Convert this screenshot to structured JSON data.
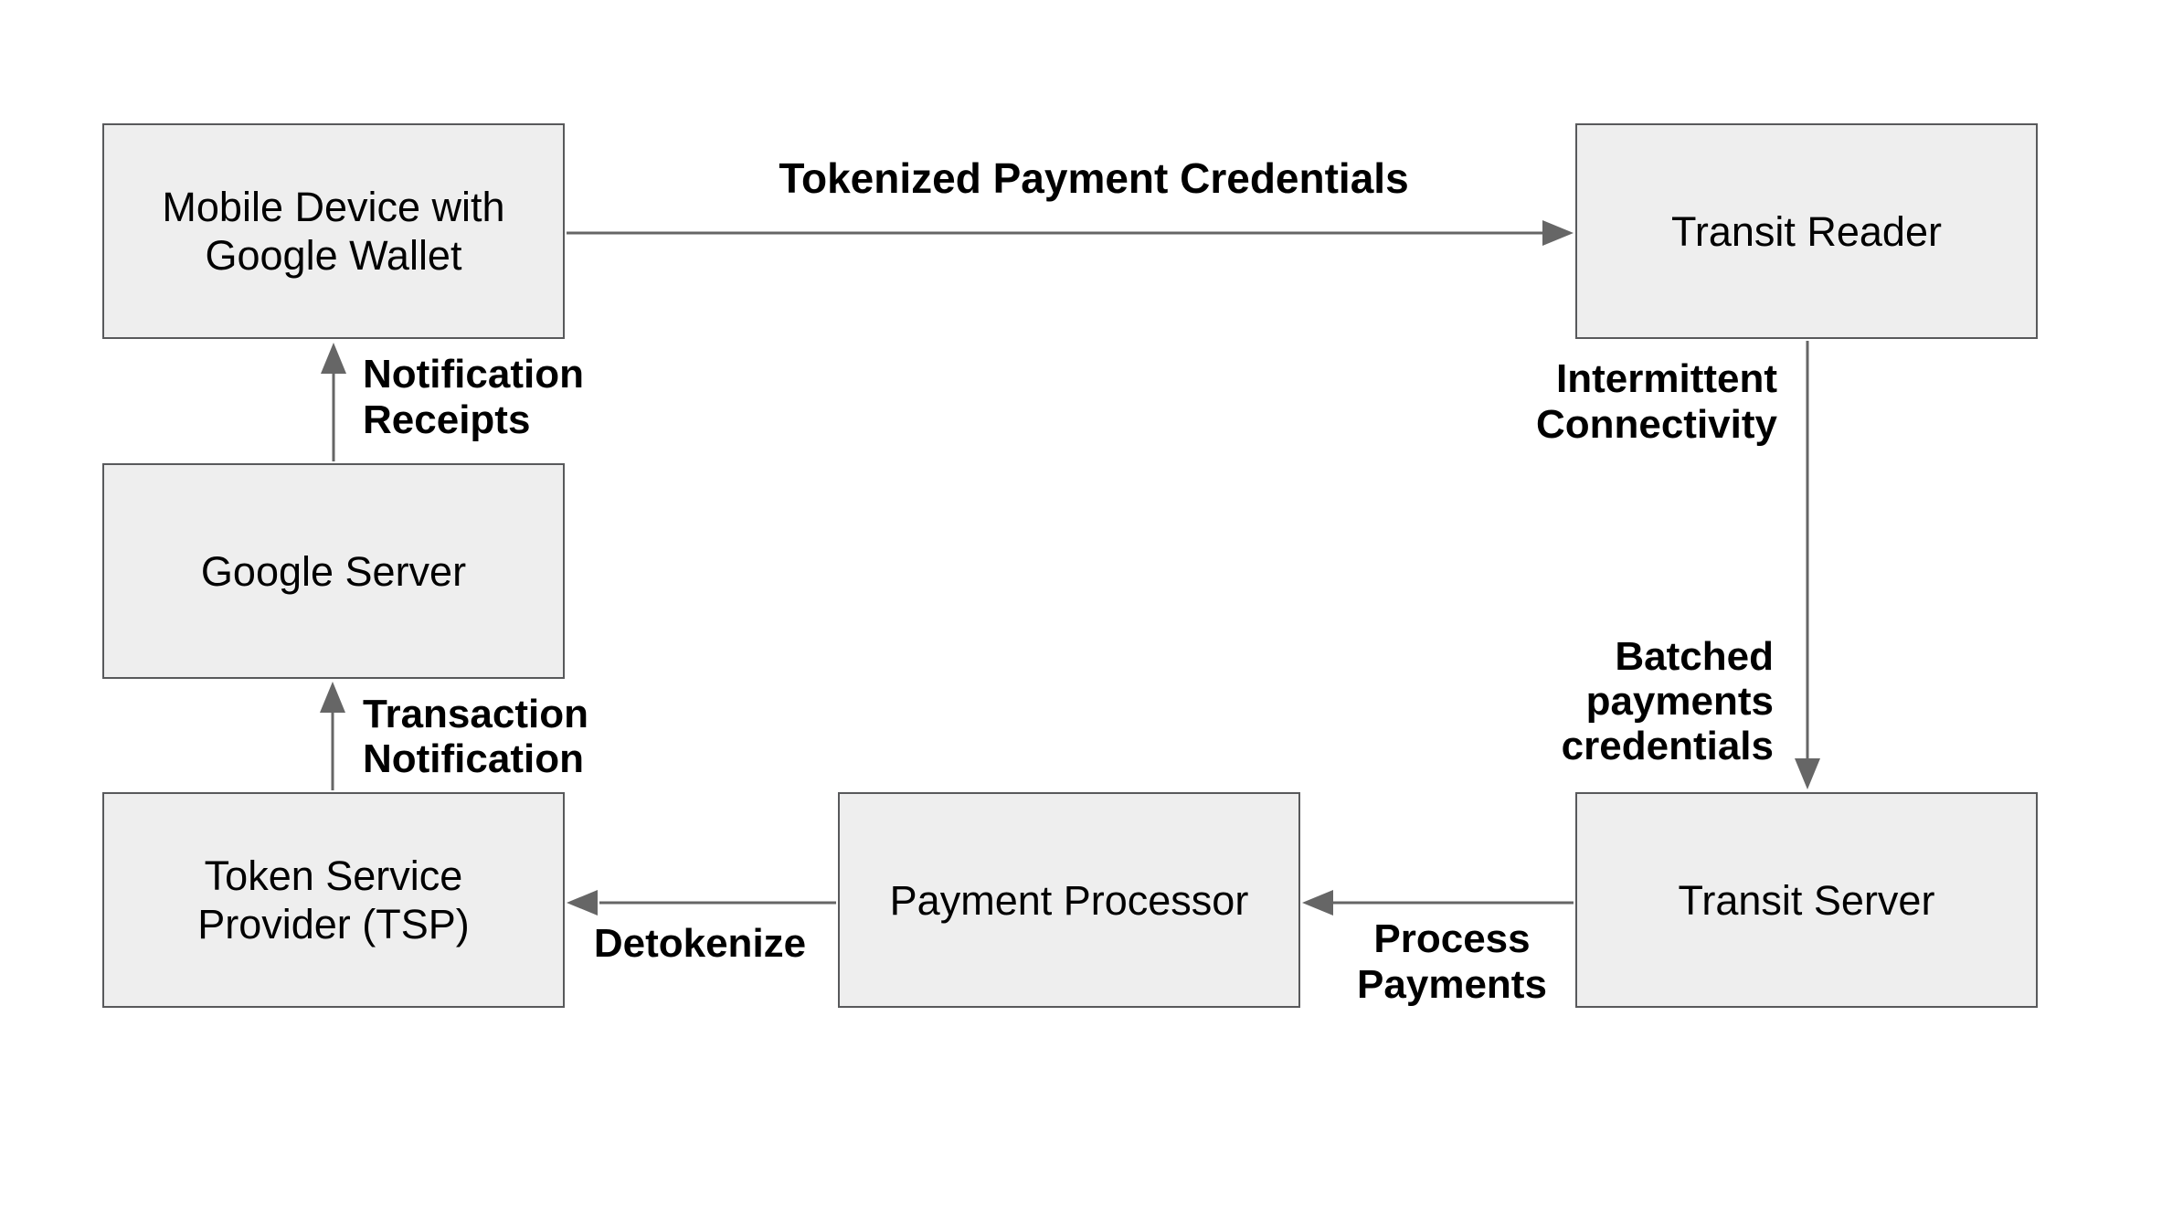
{
  "diagram": {
    "colors": {
      "background": "#ffffff",
      "node_fill": "#eeeeee",
      "node_border": "#58595b",
      "arrow": "#666666",
      "text": "#000000"
    },
    "nodes": {
      "mobile_device": {
        "label": "Mobile Device with\nGoogle Wallet"
      },
      "transit_reader": {
        "label": "Transit Reader"
      },
      "google_server": {
        "label": "Google Server"
      },
      "token_service_provider": {
        "label": "Token Service\nProvider (TSP)"
      },
      "payment_processor": {
        "label": "Payment Processor"
      },
      "transit_server": {
        "label": "Transit Server"
      }
    },
    "edges": {
      "tokenized_payment_credentials": {
        "from": "mobile_device",
        "to": "transit_reader",
        "label": "Tokenized Payment Credentials"
      },
      "reader_to_server": {
        "from": "transit_reader",
        "to": "transit_server",
        "label_upper": "Intermittent\nConnectivity",
        "label_lower": "Batched\npayments\ncredentials"
      },
      "process_payments": {
        "from": "transit_server",
        "to": "payment_processor",
        "label": "Process\nPayments"
      },
      "detokenize": {
        "from": "payment_processor",
        "to": "token_service_provider",
        "label": "Detokenize"
      },
      "transaction_notification": {
        "from": "token_service_provider",
        "to": "google_server",
        "label": "Transaction\nNotification"
      },
      "notification_receipts": {
        "from": "google_server",
        "to": "mobile_device",
        "label": "Notification\nReceipts"
      }
    }
  }
}
